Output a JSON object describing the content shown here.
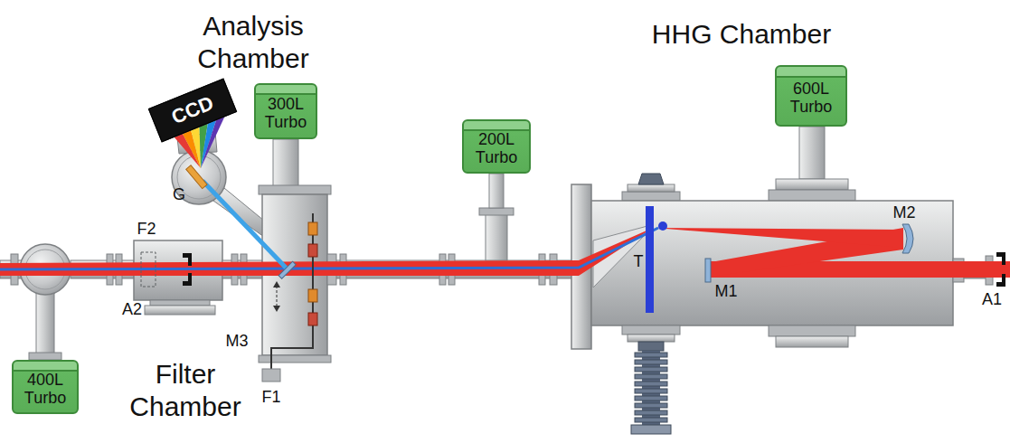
{
  "diagram": {
    "nodes": [
      {
        "text": [
          "600L Turbo"
        ]
      },
      {
        "text": [
          "300L Turbo"
        ]
      },
      {
        "text": [
          "200L Turbo"
        ]
      },
      {
        "text": [
          "CCD"
        ]
      },
      {
        "text": [
          "400L Turbo"
        ]
      }
    ],
    "labels": [
      "Analysis Chamber",
      "HHG Chamber",
      "Filter Chamber",
      "G",
      "F2",
      "A2",
      "M3",
      "F1",
      "T",
      "M1",
      "M2",
      "A1"
    ]
  }
}
